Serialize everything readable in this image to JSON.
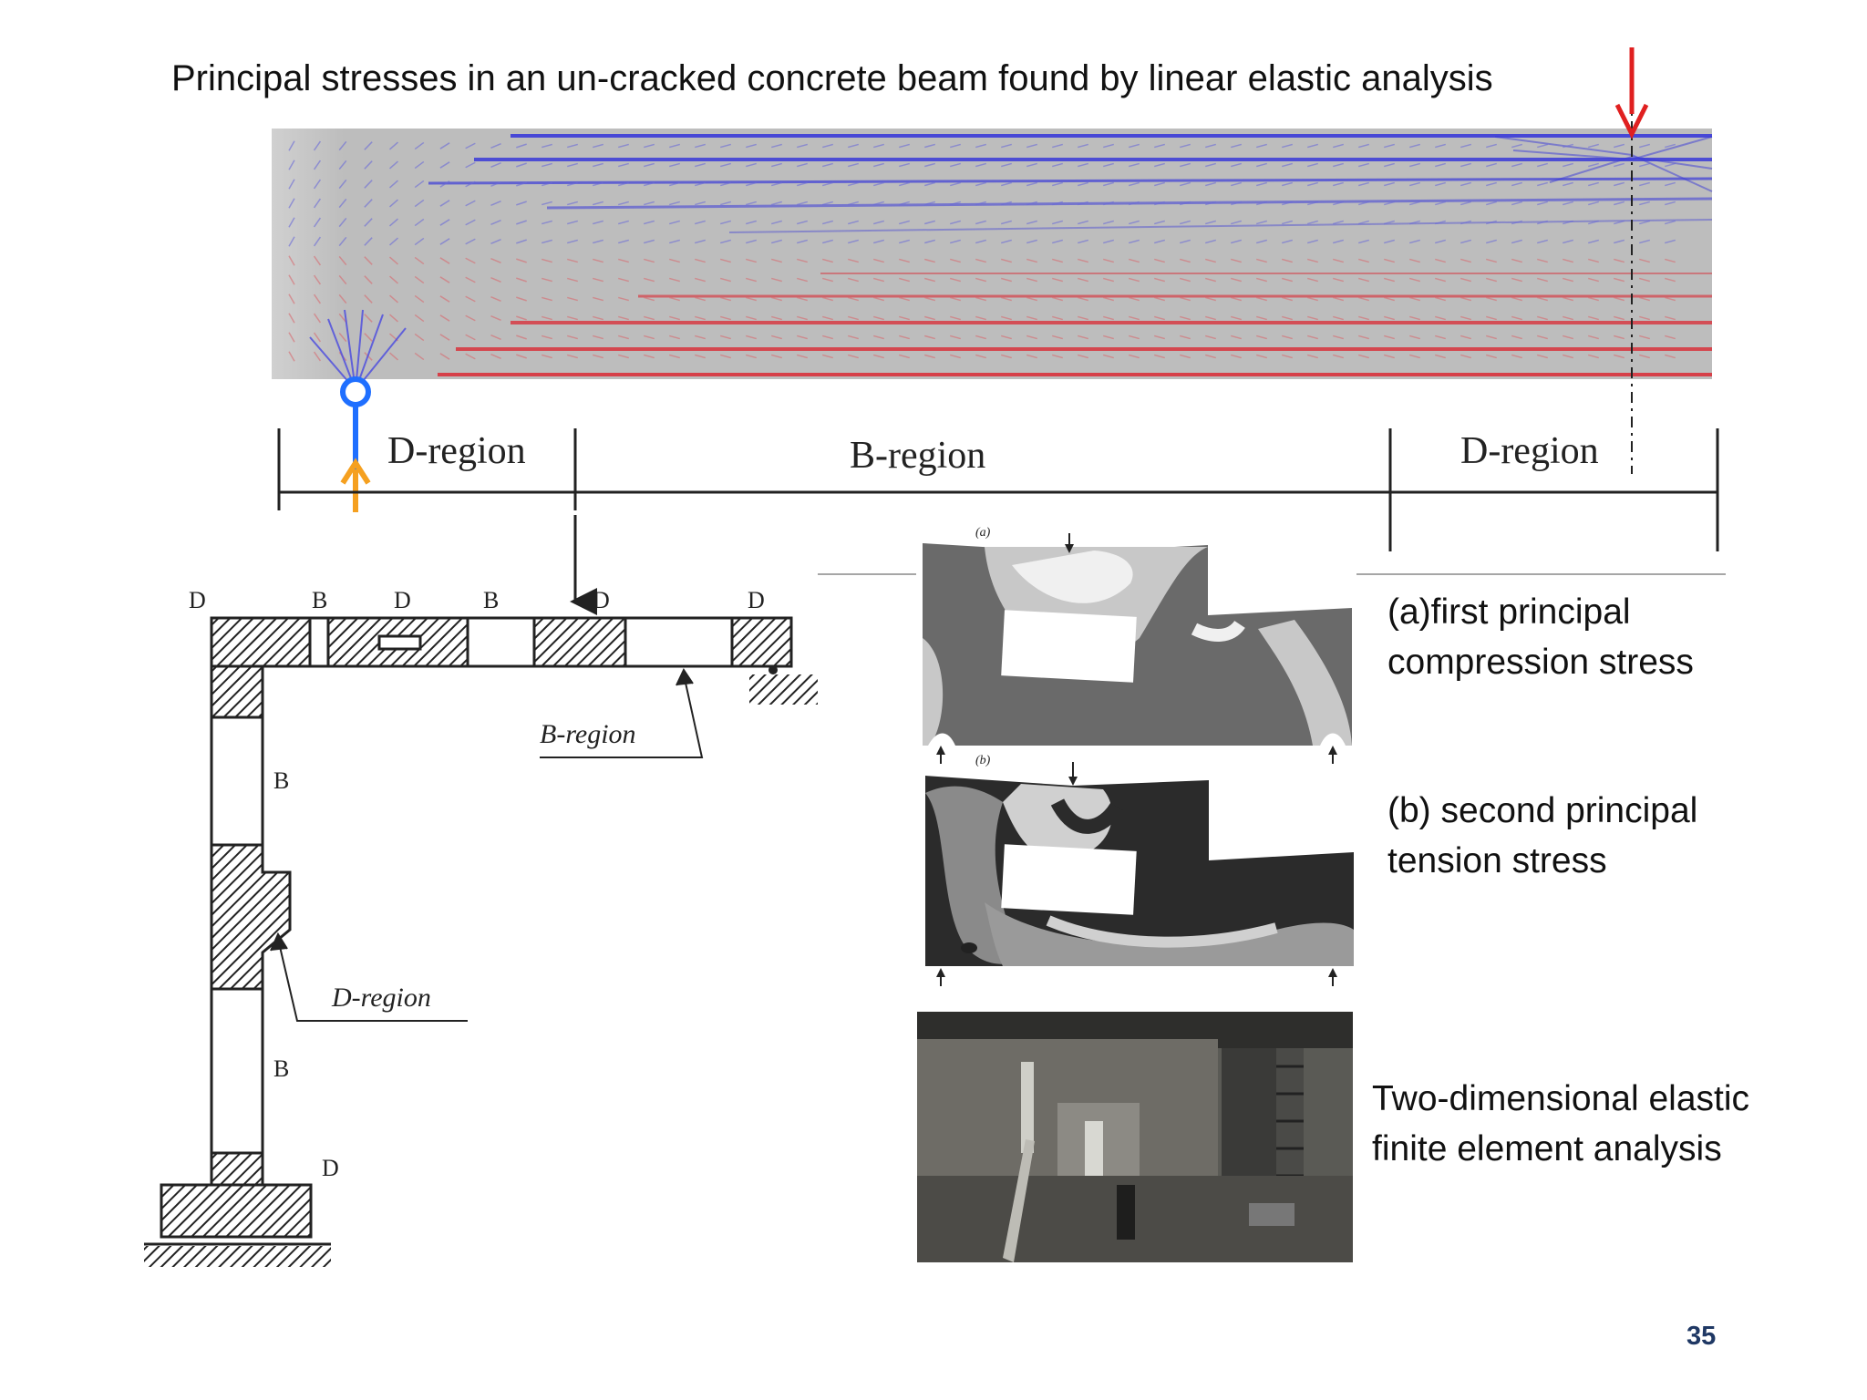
{
  "slide": {
    "title": "Principal stresses in an un-cracked concrete beam found by linear elastic analysis",
    "page_number": "35"
  },
  "beam_regions": {
    "left": "D-region",
    "middle": "B-region",
    "right": "D-region"
  },
  "frame_diagram": {
    "top_letters": [
      "D",
      "B",
      "D",
      "B",
      "D",
      "D"
    ],
    "column_letters": [
      "B",
      "B",
      "D"
    ],
    "callout_b": "B-region",
    "callout_d": "D-region"
  },
  "fe_panels": {
    "tag_a": "(a)",
    "tag_b": "(b)",
    "caption_a_line1": "(a)first principal",
    "caption_a_line2": "compression stress",
    "caption_b_line1": "(b) second principal",
    "caption_b_line2": "tension stress",
    "caption_c_line1": "Two-dimensional elastic",
    "caption_c_line2": "finite element analysis"
  },
  "colors": {
    "compression": "#3a3ad8",
    "tension": "#d8323c",
    "beam_fill": "#bdbdbd",
    "load_arrow": "#e02020",
    "support_circle": "#1f6fff",
    "reaction_arrow": "#f5a020",
    "page_number": "#1f3864"
  }
}
